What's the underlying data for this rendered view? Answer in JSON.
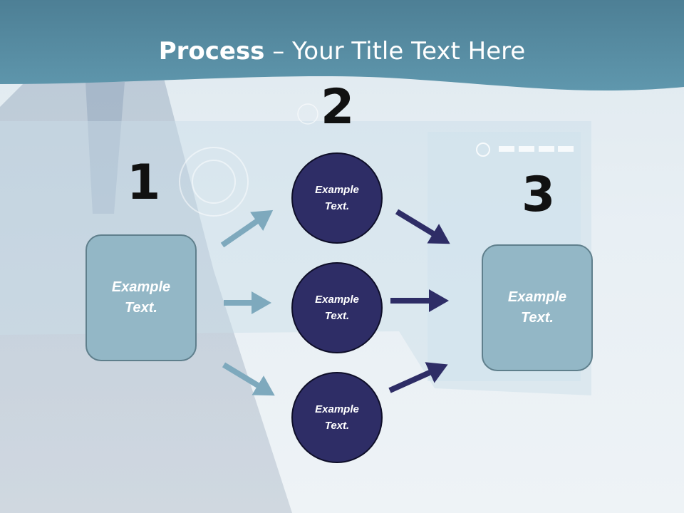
{
  "title": {
    "bold": "Process",
    "rest": " – Your Title Text Here"
  },
  "steps": {
    "one": "1",
    "two": "2",
    "three": "3"
  },
  "boxes": {
    "left": "Example\nText.",
    "right": "Example\nText.",
    "circle_top": "Example\nText.",
    "circle_mid": "Example\nText.",
    "circle_bottom": "Example\nText."
  },
  "colors": {
    "header": "#3f7c93",
    "box_fill": "#93b7c6",
    "circle_fill": "#2e2d66",
    "arrow_light": "#7ea9bd",
    "arrow_dark": "#2e2d66"
  }
}
